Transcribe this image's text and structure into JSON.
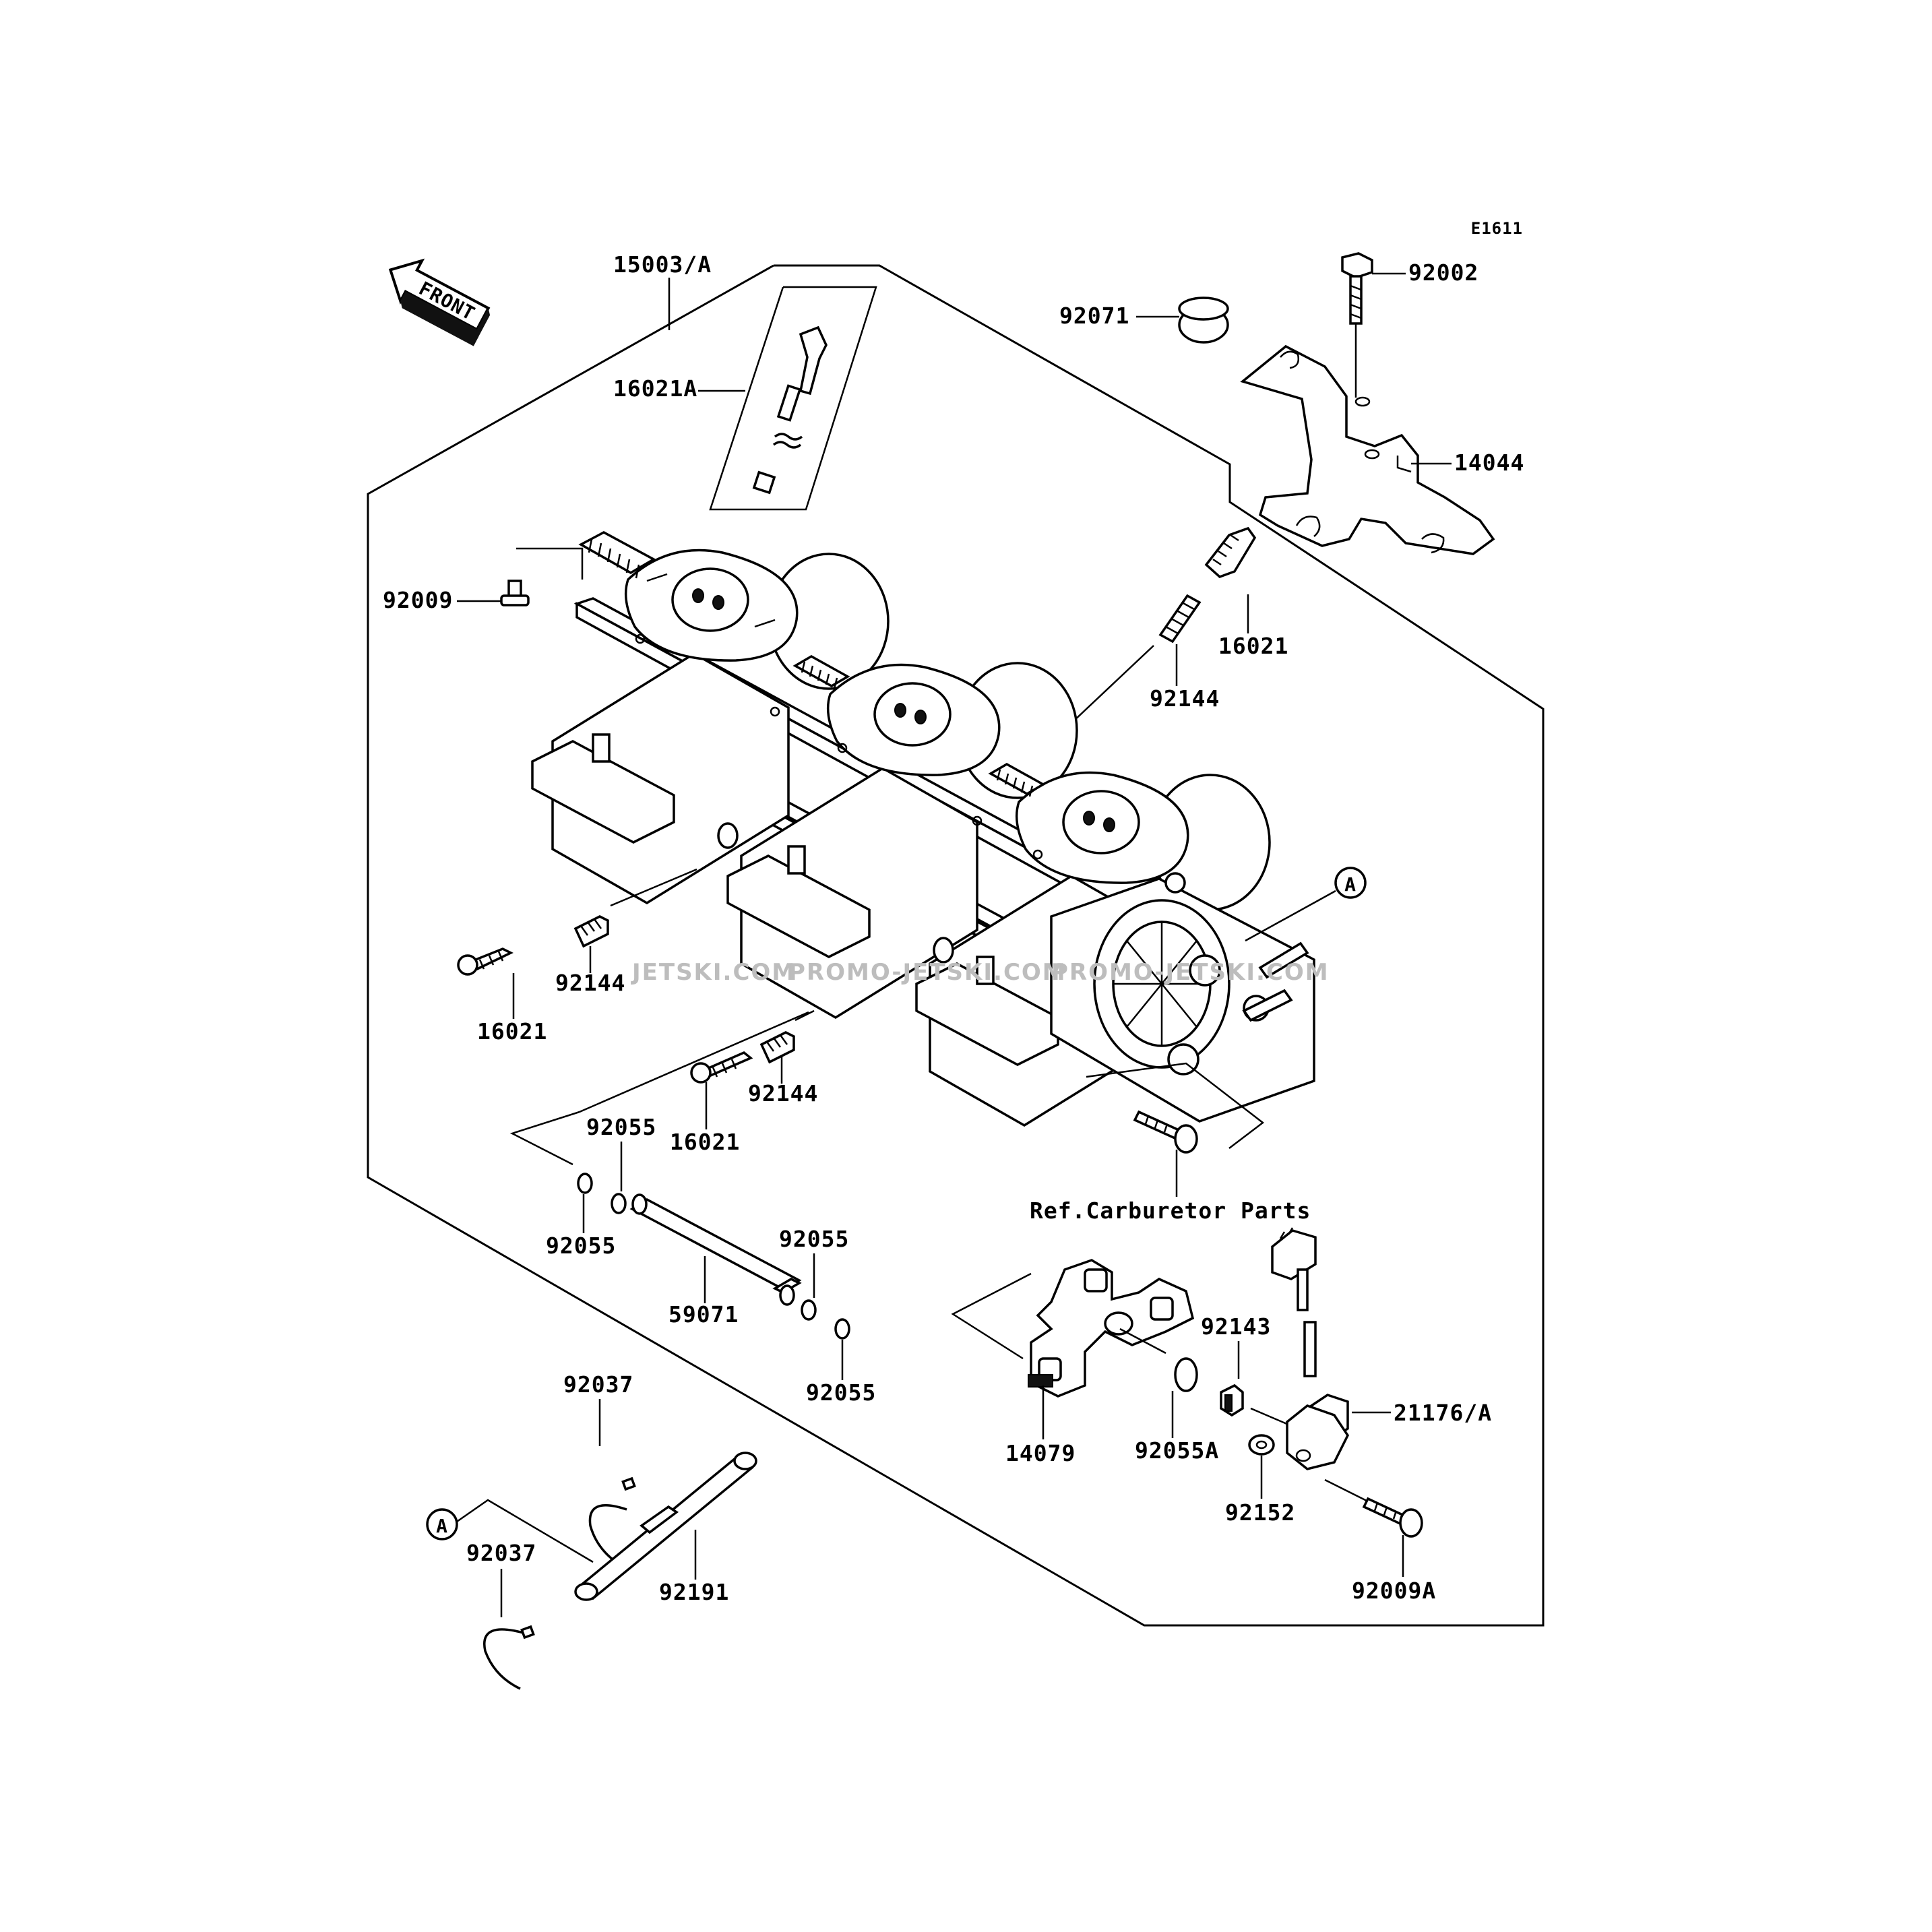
{
  "diagram_code": "E1611",
  "front_arrow_label": "FRONT",
  "ref_note": "Ref.Carburetor Parts",
  "ref_marker": "A",
  "watermark": [
    "JETSKI.COM",
    "PROMO-JETSKI.COM",
    "PROMO-JETSKI.COM"
  ],
  "labels": {
    "p15003A": "15003/A",
    "p16021A": "16021A",
    "p92009": "92009",
    "p92071": "92071",
    "p92002": "92002",
    "p14044": "14044",
    "p16021_r": "16021",
    "p92144_r": "92144",
    "p92144_l": "92144",
    "p16021_l": "16021",
    "p92144_c": "92144",
    "p16021_c": "16021",
    "p92055_t": "92055",
    "p92055_l": "92055",
    "p59071": "59071",
    "p92055_m": "92055",
    "p92055_b": "92055",
    "p92143": "92143",
    "p14079": "14079",
    "p92055A": "92055A",
    "p21176A": "21176/A",
    "p92152": "92152",
    "p92009A": "92009A",
    "p92037_t": "92037",
    "p92037_b": "92037",
    "p92191": "92191"
  }
}
